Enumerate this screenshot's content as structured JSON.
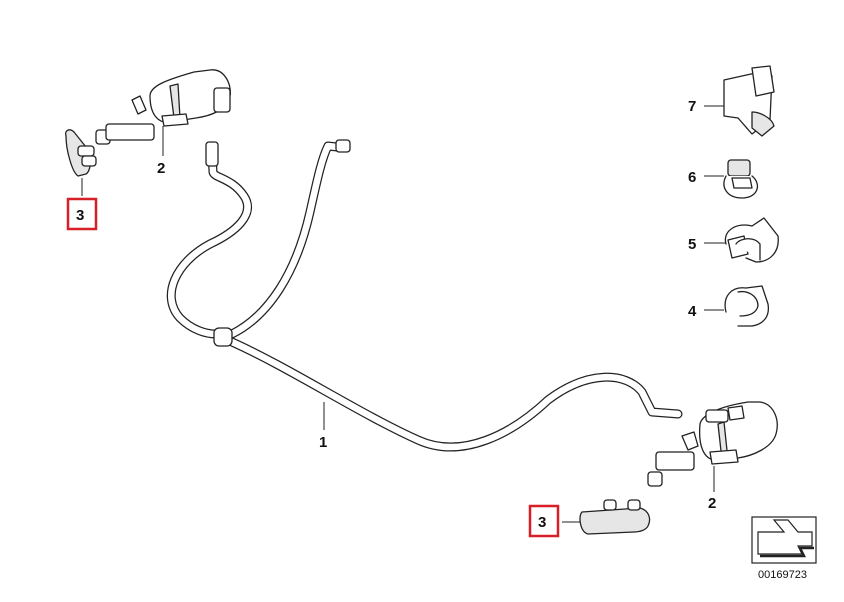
{
  "callouts": {
    "hose": "1",
    "nozzle_left": "2",
    "nozzle_right": "2",
    "cap_left": "3",
    "cap_right": "3",
    "clip_4": "4",
    "clip_5": "5",
    "clip_6": "6",
    "holder_7": "7"
  },
  "catalog_number": "00169723",
  "colors": {
    "highlight": "#d61f26",
    "line": "#222222",
    "background": "#ffffff"
  }
}
